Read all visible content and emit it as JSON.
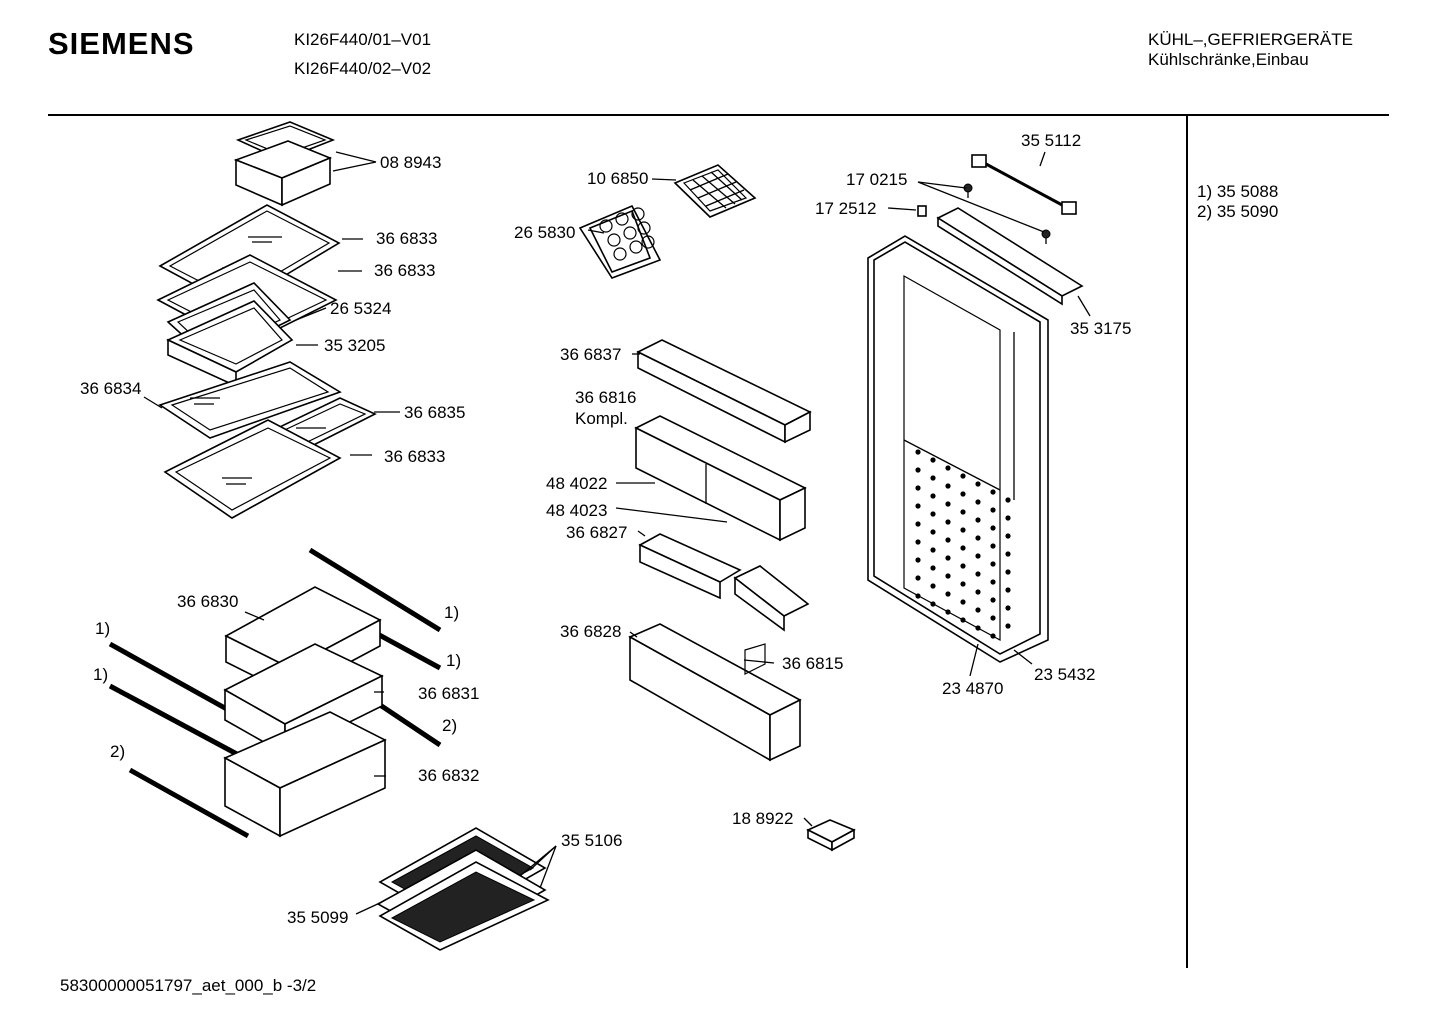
{
  "header": {
    "brand": "SIEMENS",
    "models": [
      "KI26F440/01–V01",
      "KI26F440/02–V02"
    ],
    "category": [
      "KÜHL–,GEFRIERGERÄTE",
      "Kühlschränke,Einbau"
    ]
  },
  "notes": [
    "1)  35 5088",
    "2)  35 5090"
  ],
  "footer": "58300000051797_aet_000_b   -3/2",
  "parts": {
    "p088943": "08 8943",
    "p366833a": "36 6833",
    "p366833b": "36 6833",
    "p265324": "26 5324",
    "p353205": "35 3205",
    "p366834": "36 6834",
    "p366835": "36 6835",
    "p366833c": "36 6833",
    "p106850": "10 6850",
    "p265830": "26 5830",
    "p366837": "36 6837",
    "p366816": "36 6816",
    "kompl": "Kompl.",
    "p484022": "48 4022",
    "p484023": "48 4023",
    "p366827": "36 6827",
    "p366828": "36 6828",
    "p366815": "36 6815",
    "p188922": "18 8922",
    "p355112": "35 5112",
    "p170215": "17 0215",
    "p172512": "17 2512",
    "p353175": "35 3175",
    "p234870": "23 4870",
    "p235432": "23 5432",
    "p366830": "36 6830",
    "p366831": "36 6831",
    "p366832": "36 6832",
    "p355106": "35 5106",
    "p355099": "35 5099",
    "ref1a": "1)",
    "ref1b": "1)",
    "ref1c": "1)",
    "ref1d": "1)",
    "ref2a": "2)",
    "ref2b": "2)"
  }
}
